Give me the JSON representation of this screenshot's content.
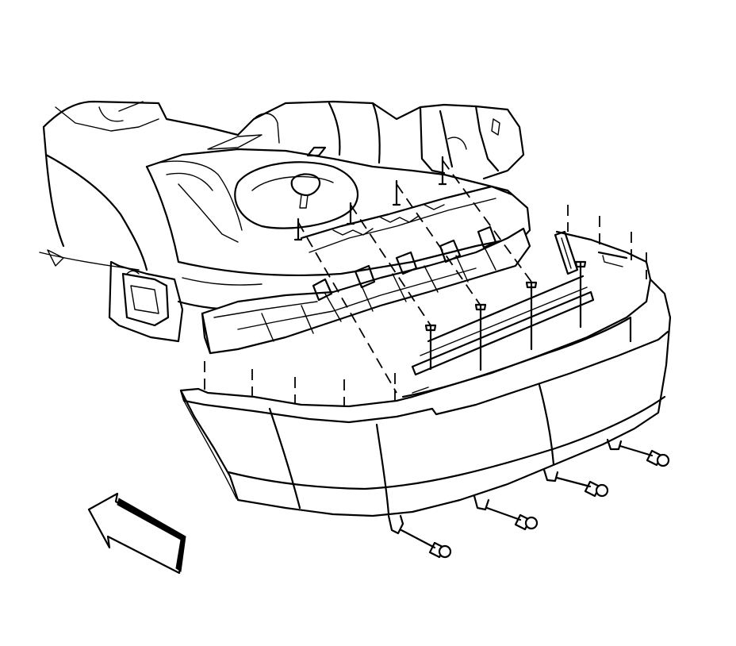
{
  "figure": {
    "title": "",
    "labels": []
  },
  "parts": {
    "body_structure": "vehicle-rear-body",
    "energy_absorber": "bumper-energy-absorber",
    "fascia": "rear-bumper-fascia",
    "fastener_count_lower": 4,
    "retainer_count_upper": 5
  },
  "direction_arrow": {
    "meaning": "front-of-vehicle-arrow"
  },
  "colors": {
    "line": "#000000",
    "background": "#ffffff"
  }
}
